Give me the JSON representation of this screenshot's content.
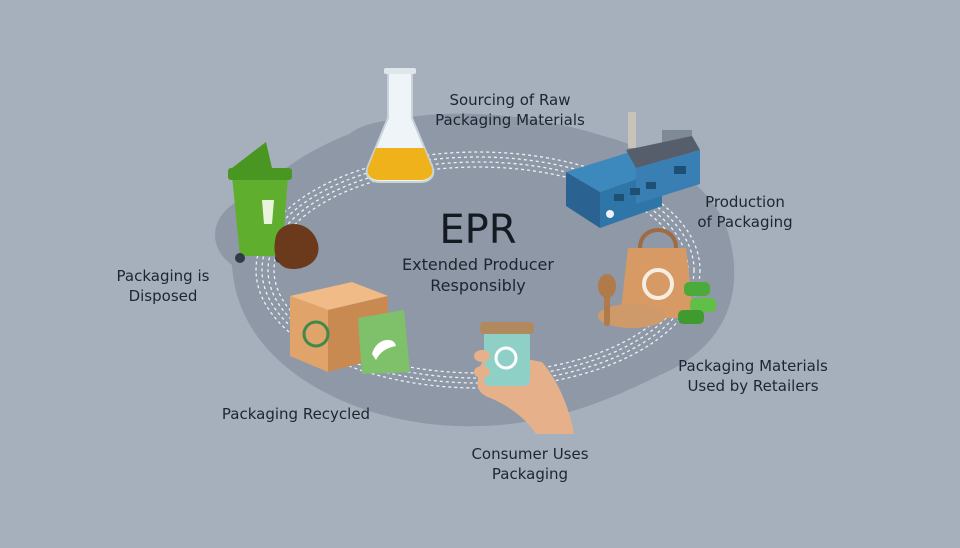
{
  "center": {
    "title": "EPR",
    "subtitle_line1": "Extended Producer",
    "subtitle_line2": "Responsibly"
  },
  "stages": {
    "sourcing": {
      "line1": "Sourcing of Raw",
      "line2": "Packaging Materials",
      "icon": "flask-icon"
    },
    "production": {
      "line1": "Production",
      "line2": "of Packaging",
      "icon": "factory-icon"
    },
    "retailers": {
      "line1": "Packaging Materials",
      "line2": "Used by Retailers",
      "icon": "shopping-bag-icon"
    },
    "consumer": {
      "line1": "Consumer Uses",
      "line2": "Packaging",
      "icon": "hand-cup-icon"
    },
    "recycled": {
      "line1": "Packaging Recycled",
      "icon": "recycle-box-icon"
    },
    "disposed": {
      "line1": "Packaging is",
      "line2": "Disposed",
      "icon": "trash-bin-icon"
    }
  },
  "colors": {
    "background": "#a6b0bc",
    "blob": "#8e98a6",
    "ring": "#eef2f6",
    "bin_green": "#5fae2e",
    "box_tan": "#e0a36a",
    "liquid": "#f0b21a",
    "factory_blue": "#2f76a8"
  }
}
